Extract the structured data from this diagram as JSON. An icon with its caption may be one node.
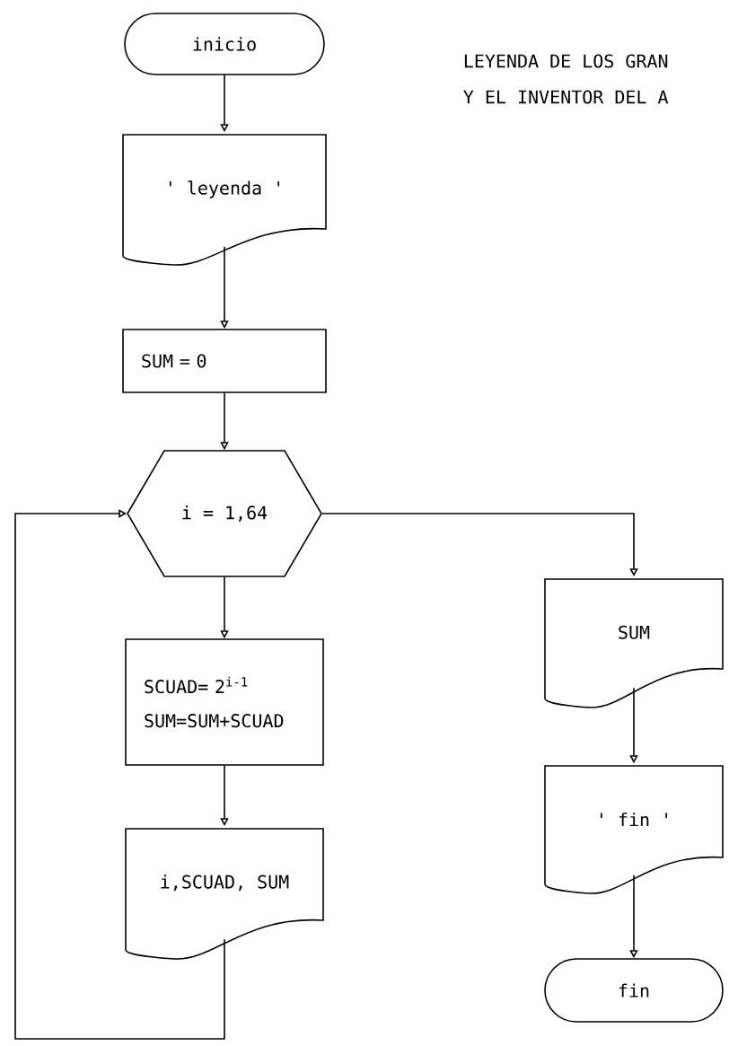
{
  "diagram": {
    "nodes": [
      {
        "text": [
          "inicio"
        ]
      },
      {
        "text": [
          "' leyenda '"
        ]
      },
      {
        "text": [
          "SUM = 0"
        ]
      },
      {
        "text": [
          "i = 1,64"
        ]
      },
      {
        "text": [
          "SCUAD= 2$^{i-1}$",
          "SUM=SUM+SCUAD"
        ]
      },
      {
        "text": [
          "i,SCUAD, SUM"
        ]
      },
      {
        "text": [
          "SUM"
        ]
      },
      {
        "text": [
          "' fin '"
        ]
      },
      {
        "text": [
          "fin"
        ]
      }
    ],
    "edges": [
      {
        "from": 0,
        "to": 1,
        "arrow": "to"
      },
      {
        "from": 1,
        "to": 2,
        "arrow": "to"
      },
      {
        "from": 2,
        "to": 3,
        "arrow": "to"
      },
      {
        "from": 3,
        "to": 4,
        "arrow": "to"
      },
      {
        "from": 4,
        "to": 5,
        "arrow": "to"
      },
      {
        "from": 5,
        "to": 3,
        "arrow": "to"
      },
      {
        "from": 3,
        "to": 6,
        "arrow": "to"
      },
      {
        "from": 6,
        "to": 7,
        "arrow": "to"
      },
      {
        "from": 7,
        "to": 8,
        "arrow": "to"
      }
    ],
    "labels": [
      "LEYENDA DE LOS GRAN",
      "Y EL INVENTOR DEL A"
    ]
  }
}
